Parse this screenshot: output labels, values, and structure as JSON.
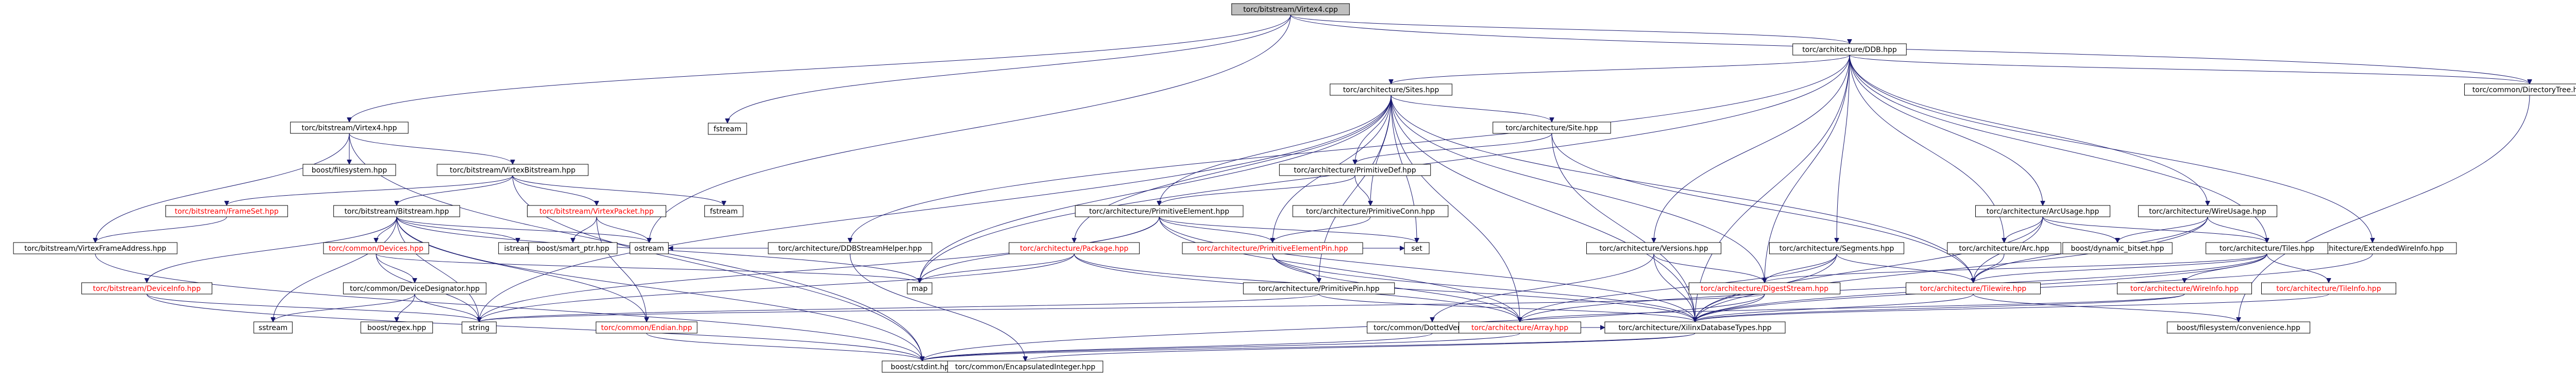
{
  "graph": {
    "colors": {
      "edge": "#191970",
      "text_default": "#000000",
      "text_link_missing": "#ff0000",
      "root_fill": "#bfbfbf",
      "node_fill": "#ffffff",
      "node_border": "#000000"
    },
    "nodes": [
      {
        "id": "root",
        "label": "torc/bitstream/Virtex4.cpp",
        "color": "black",
        "root": true
      },
      {
        "id": "dds",
        "label": "torc/architecture/DDB.hpp",
        "color": "black"
      },
      {
        "id": "v4hpp",
        "label": "torc/bitstream/Virtex4.hpp",
        "color": "black"
      },
      {
        "id": "fstream1",
        "label": "fstream",
        "color": "black"
      },
      {
        "id": "dirtree",
        "label": "torc/common/DirectoryTree.hpp",
        "color": "black"
      },
      {
        "id": "sites",
        "label": "torc/architecture/Sites.hpp",
        "color": "black"
      },
      {
        "id": "bfs",
        "label": "boost/filesystem.hpp",
        "color": "black"
      },
      {
        "id": "vbs",
        "label": "torc/bitstream/VirtexBitstream.hpp",
        "color": "black"
      },
      {
        "id": "site",
        "label": "torc/architecture/Site.hpp",
        "color": "black"
      },
      {
        "id": "fstream2",
        "label": "fstream",
        "color": "black"
      },
      {
        "id": "pdef",
        "label": "torc/architecture/PrimitiveDef.hpp",
        "color": "black"
      },
      {
        "id": "frameset",
        "label": "torc/bitstream/FrameSet.hpp",
        "color": "red"
      },
      {
        "id": "bitstream",
        "label": "torc/bitstream/Bitstream.hpp",
        "color": "black"
      },
      {
        "id": "vpacket",
        "label": "torc/bitstream/VirtexPacket.hpp",
        "color": "red"
      },
      {
        "id": "pelem",
        "label": "torc/architecture/PrimitiveElement.hpp",
        "color": "black"
      },
      {
        "id": "pconn",
        "label": "torc/architecture/PrimitiveConn.hpp",
        "color": "black"
      },
      {
        "id": "archusage",
        "label": "torc/architecture/ArcUsage.hpp",
        "color": "black"
      },
      {
        "id": "wireusage",
        "label": "torc/architecture/WireUsage.hpp",
        "color": "black"
      },
      {
        "id": "extwire",
        "label": "torc/architecture/ExtendedWireInfo.hpp",
        "color": "black"
      },
      {
        "id": "vfa",
        "label": "torc/bitstream/VirtexFrameAddress.hpp",
        "color": "black"
      },
      {
        "id": "istream",
        "label": "istream",
        "color": "black"
      },
      {
        "id": "sharedptr",
        "label": "boost/smart_ptr.hpp",
        "color": "black"
      },
      {
        "id": "ostream",
        "label": "ostream",
        "color": "black"
      },
      {
        "id": "ddbstream",
        "label": "torc/architecture/DDBStreamHelper.hpp",
        "color": "black"
      },
      {
        "id": "devices",
        "label": "torc/common/Devices.hpp",
        "color": "red"
      },
      {
        "id": "package",
        "label": "torc/architecture/Package.hpp",
        "color": "red"
      },
      {
        "id": "pepin",
        "label": "torc/architecture/PrimitiveElementPin.hpp",
        "color": "red"
      },
      {
        "id": "set",
        "label": "set",
        "color": "black"
      },
      {
        "id": "versions",
        "label": "torc/architecture/Versions.hpp",
        "color": "black"
      },
      {
        "id": "segments",
        "label": "torc/architecture/Segments.hpp",
        "color": "black"
      },
      {
        "id": "arc",
        "label": "torc/architecture/Arc.hpp",
        "color": "black"
      },
      {
        "id": "dynbitset",
        "label": "boost/dynamic_bitset.hpp",
        "color": "black"
      },
      {
        "id": "tiles",
        "label": "torc/architecture/Tiles.hpp",
        "color": "black"
      },
      {
        "id": "devinfo",
        "label": "torc/bitstream/DeviceInfo.hpp",
        "color": "red"
      },
      {
        "id": "devdesig",
        "label": "torc/common/DeviceDesignator.hpp",
        "color": "black"
      },
      {
        "id": "map",
        "label": "map",
        "color": "black"
      },
      {
        "id": "ppin",
        "label": "torc/architecture/PrimitivePin.hpp",
        "color": "black"
      },
      {
        "id": "ois",
        "label": "torc/architecture/DigestStream.hpp",
        "color": "red"
      },
      {
        "id": "tilewire",
        "label": "torc/architecture/Tilewire.hpp",
        "color": "red"
      },
      {
        "id": "wireinfo",
        "label": "torc/architecture/WireInfo.hpp",
        "color": "red"
      },
      {
        "id": "tileinfo",
        "label": "torc/architecture/TileInfo.hpp",
        "color": "red"
      },
      {
        "id": "sstream",
        "label": "sstream",
        "color": "black"
      },
      {
        "id": "bregex",
        "label": "boost/regex.hpp",
        "color": "black"
      },
      {
        "id": "string",
        "label": "string",
        "color": "black"
      },
      {
        "id": "endian",
        "label": "torc/common/Endian.hpp",
        "color": "red"
      },
      {
        "id": "dottedver",
        "label": "torc/common/DottedVersion.hpp",
        "color": "black"
      },
      {
        "id": "array",
        "label": "torc/architecture/Array.hpp",
        "color": "red"
      },
      {
        "id": "xdbtypes",
        "label": "torc/architecture/XilinxDatabaseTypes.hpp",
        "color": "black"
      },
      {
        "id": "bfsconv",
        "label": "boost/filesystem/convenience.hpp",
        "color": "black"
      },
      {
        "id": "cstdint",
        "label": "boost/cstdint.hpp",
        "color": "black"
      },
      {
        "id": "encint",
        "label": "torc/common/EncapsulatedInteger.hpp",
        "color": "black"
      }
    ],
    "edges": [
      [
        "root",
        "v4hpp"
      ],
      [
        "root",
        "dds"
      ],
      [
        "root",
        "fstream1"
      ],
      [
        "root",
        "dirtree"
      ],
      [
        "root",
        "ostream"
      ],
      [
        "v4hpp",
        "bfs"
      ],
      [
        "v4hpp",
        "vbs"
      ],
      [
        "v4hpp",
        "vfa"
      ],
      [
        "v4hpp",
        "cstdint"
      ],
      [
        "vbs",
        "frameset"
      ],
      [
        "vbs",
        "bitstream"
      ],
      [
        "vbs",
        "vpacket"
      ],
      [
        "vbs",
        "fstream2"
      ],
      [
        "vbs",
        "cstdint"
      ],
      [
        "frameset",
        "vfa"
      ],
      [
        "bitstream",
        "devices"
      ],
      [
        "bitstream",
        "istream"
      ],
      [
        "bitstream",
        "ostream"
      ],
      [
        "bitstream",
        "devinfo"
      ],
      [
        "bitstream",
        "string"
      ],
      [
        "bitstream",
        "map"
      ],
      [
        "bitstream",
        "sstream"
      ],
      [
        "bitstream",
        "endian"
      ],
      [
        "bitstream",
        "cstdint"
      ],
      [
        "vpacket",
        "sharedptr"
      ],
      [
        "vpacket",
        "ostream"
      ],
      [
        "vpacket",
        "endian"
      ],
      [
        "devices",
        "devdesig"
      ],
      [
        "devices",
        "map"
      ],
      [
        "devices",
        "string"
      ],
      [
        "devdesig",
        "bregex"
      ],
      [
        "devdesig",
        "string"
      ],
      [
        "devdesig",
        "sstream"
      ],
      [
        "devinfo",
        "string"
      ],
      [
        "devinfo",
        "cstdint"
      ],
      [
        "endian",
        "cstdint"
      ],
      [
        "vfa",
        "cstdint"
      ],
      [
        "dds",
        "sites"
      ],
      [
        "dds",
        "ddbstream"
      ],
      [
        "dds",
        "versions"
      ],
      [
        "dds",
        "segments"
      ],
      [
        "dds",
        "archusage"
      ],
      [
        "dds",
        "wireusage"
      ],
      [
        "dds",
        "extwire"
      ],
      [
        "dds",
        "tiles"
      ],
      [
        "dds",
        "arc"
      ],
      [
        "dds",
        "ois"
      ],
      [
        "dds",
        "xdbtypes"
      ],
      [
        "dds",
        "dirtree"
      ],
      [
        "dds",
        "map"
      ],
      [
        "dirtree",
        "bfsconv"
      ],
      [
        "sites",
        "site"
      ],
      [
        "sites",
        "pdef"
      ],
      [
        "sites",
        "pelem"
      ],
      [
        "sites",
        "pconn"
      ],
      [
        "sites",
        "package"
      ],
      [
        "sites",
        "pepin"
      ],
      [
        "sites",
        "ppin"
      ],
      [
        "sites",
        "set"
      ],
      [
        "sites",
        "map"
      ],
      [
        "sites",
        "array"
      ],
      [
        "sites",
        "xdbtypes"
      ],
      [
        "sites",
        "string"
      ],
      [
        "sites",
        "ois"
      ],
      [
        "sites",
        "tilewire"
      ],
      [
        "site",
        "pdef"
      ],
      [
        "site",
        "xdbtypes"
      ],
      [
        "site",
        "tilewire"
      ],
      [
        "pdef",
        "pelem"
      ],
      [
        "pdef",
        "pconn"
      ],
      [
        "pelem",
        "pepin"
      ],
      [
        "pelem",
        "map"
      ],
      [
        "pelem",
        "set"
      ],
      [
        "pelem",
        "xdbtypes"
      ],
      [
        "pelem",
        "array"
      ],
      [
        "pelem",
        "string"
      ],
      [
        "pconn",
        "pepin"
      ],
      [
        "pepin",
        "ppin"
      ],
      [
        "pepin",
        "set"
      ],
      [
        "pepin",
        "array"
      ],
      [
        "pepin",
        "xdbtypes"
      ],
      [
        "ppin",
        "xdbtypes"
      ],
      [
        "ppin",
        "string"
      ],
      [
        "package",
        "map"
      ],
      [
        "package",
        "array"
      ],
      [
        "package",
        "xdbtypes"
      ],
      [
        "package",
        "string"
      ],
      [
        "ddbstream",
        "ostream"
      ],
      [
        "ddbstream",
        "encint"
      ],
      [
        "versions",
        "ois"
      ],
      [
        "versions",
        "dottedver"
      ],
      [
        "versions",
        "xdbtypes"
      ],
      [
        "segments",
        "ois"
      ],
      [
        "segments",
        "tilewire"
      ],
      [
        "segments",
        "array"
      ],
      [
        "segments",
        "xdbtypes"
      ],
      [
        "archusage",
        "arc"
      ],
      [
        "archusage",
        "tiles"
      ],
      [
        "archusage",
        "dynbitset"
      ],
      [
        "archusage",
        "tilewire"
      ],
      [
        "archusage",
        "xdbtypes"
      ],
      [
        "wireusage",
        "tiles"
      ],
      [
        "wireusage",
        "dynbitset"
      ],
      [
        "wireusage",
        "tilewire"
      ],
      [
        "wireusage",
        "xdbtypes"
      ],
      [
        "arc",
        "tilewire"
      ],
      [
        "extwire",
        "tiles"
      ],
      [
        "extwire",
        "xdbtypes"
      ],
      [
        "tiles",
        "wireinfo"
      ],
      [
        "tiles",
        "tileinfo"
      ],
      [
        "tiles",
        "tilewire"
      ],
      [
        "tiles",
        "array"
      ],
      [
        "tiles",
        "xdbtypes"
      ],
      [
        "tiles",
        "ois"
      ],
      [
        "ois",
        "xdbtypes"
      ],
      [
        "ois",
        "string"
      ],
      [
        "ois",
        "cstdint"
      ],
      [
        "tilewire",
        "xdbtypes"
      ],
      [
        "tilewire",
        "bfsconv"
      ],
      [
        "wireinfo",
        "array"
      ],
      [
        "wireinfo",
        "xdbtypes"
      ],
      [
        "tileinfo",
        "xdbtypes"
      ],
      [
        "array",
        "xdbtypes"
      ],
      [
        "array",
        "cstdint"
      ],
      [
        "xdbtypes",
        "encint"
      ],
      [
        "xdbtypes",
        "cstdint"
      ],
      [
        "encint",
        "cstdint"
      ],
      [
        "dottedver",
        "cstdint"
      ]
    ]
  }
}
